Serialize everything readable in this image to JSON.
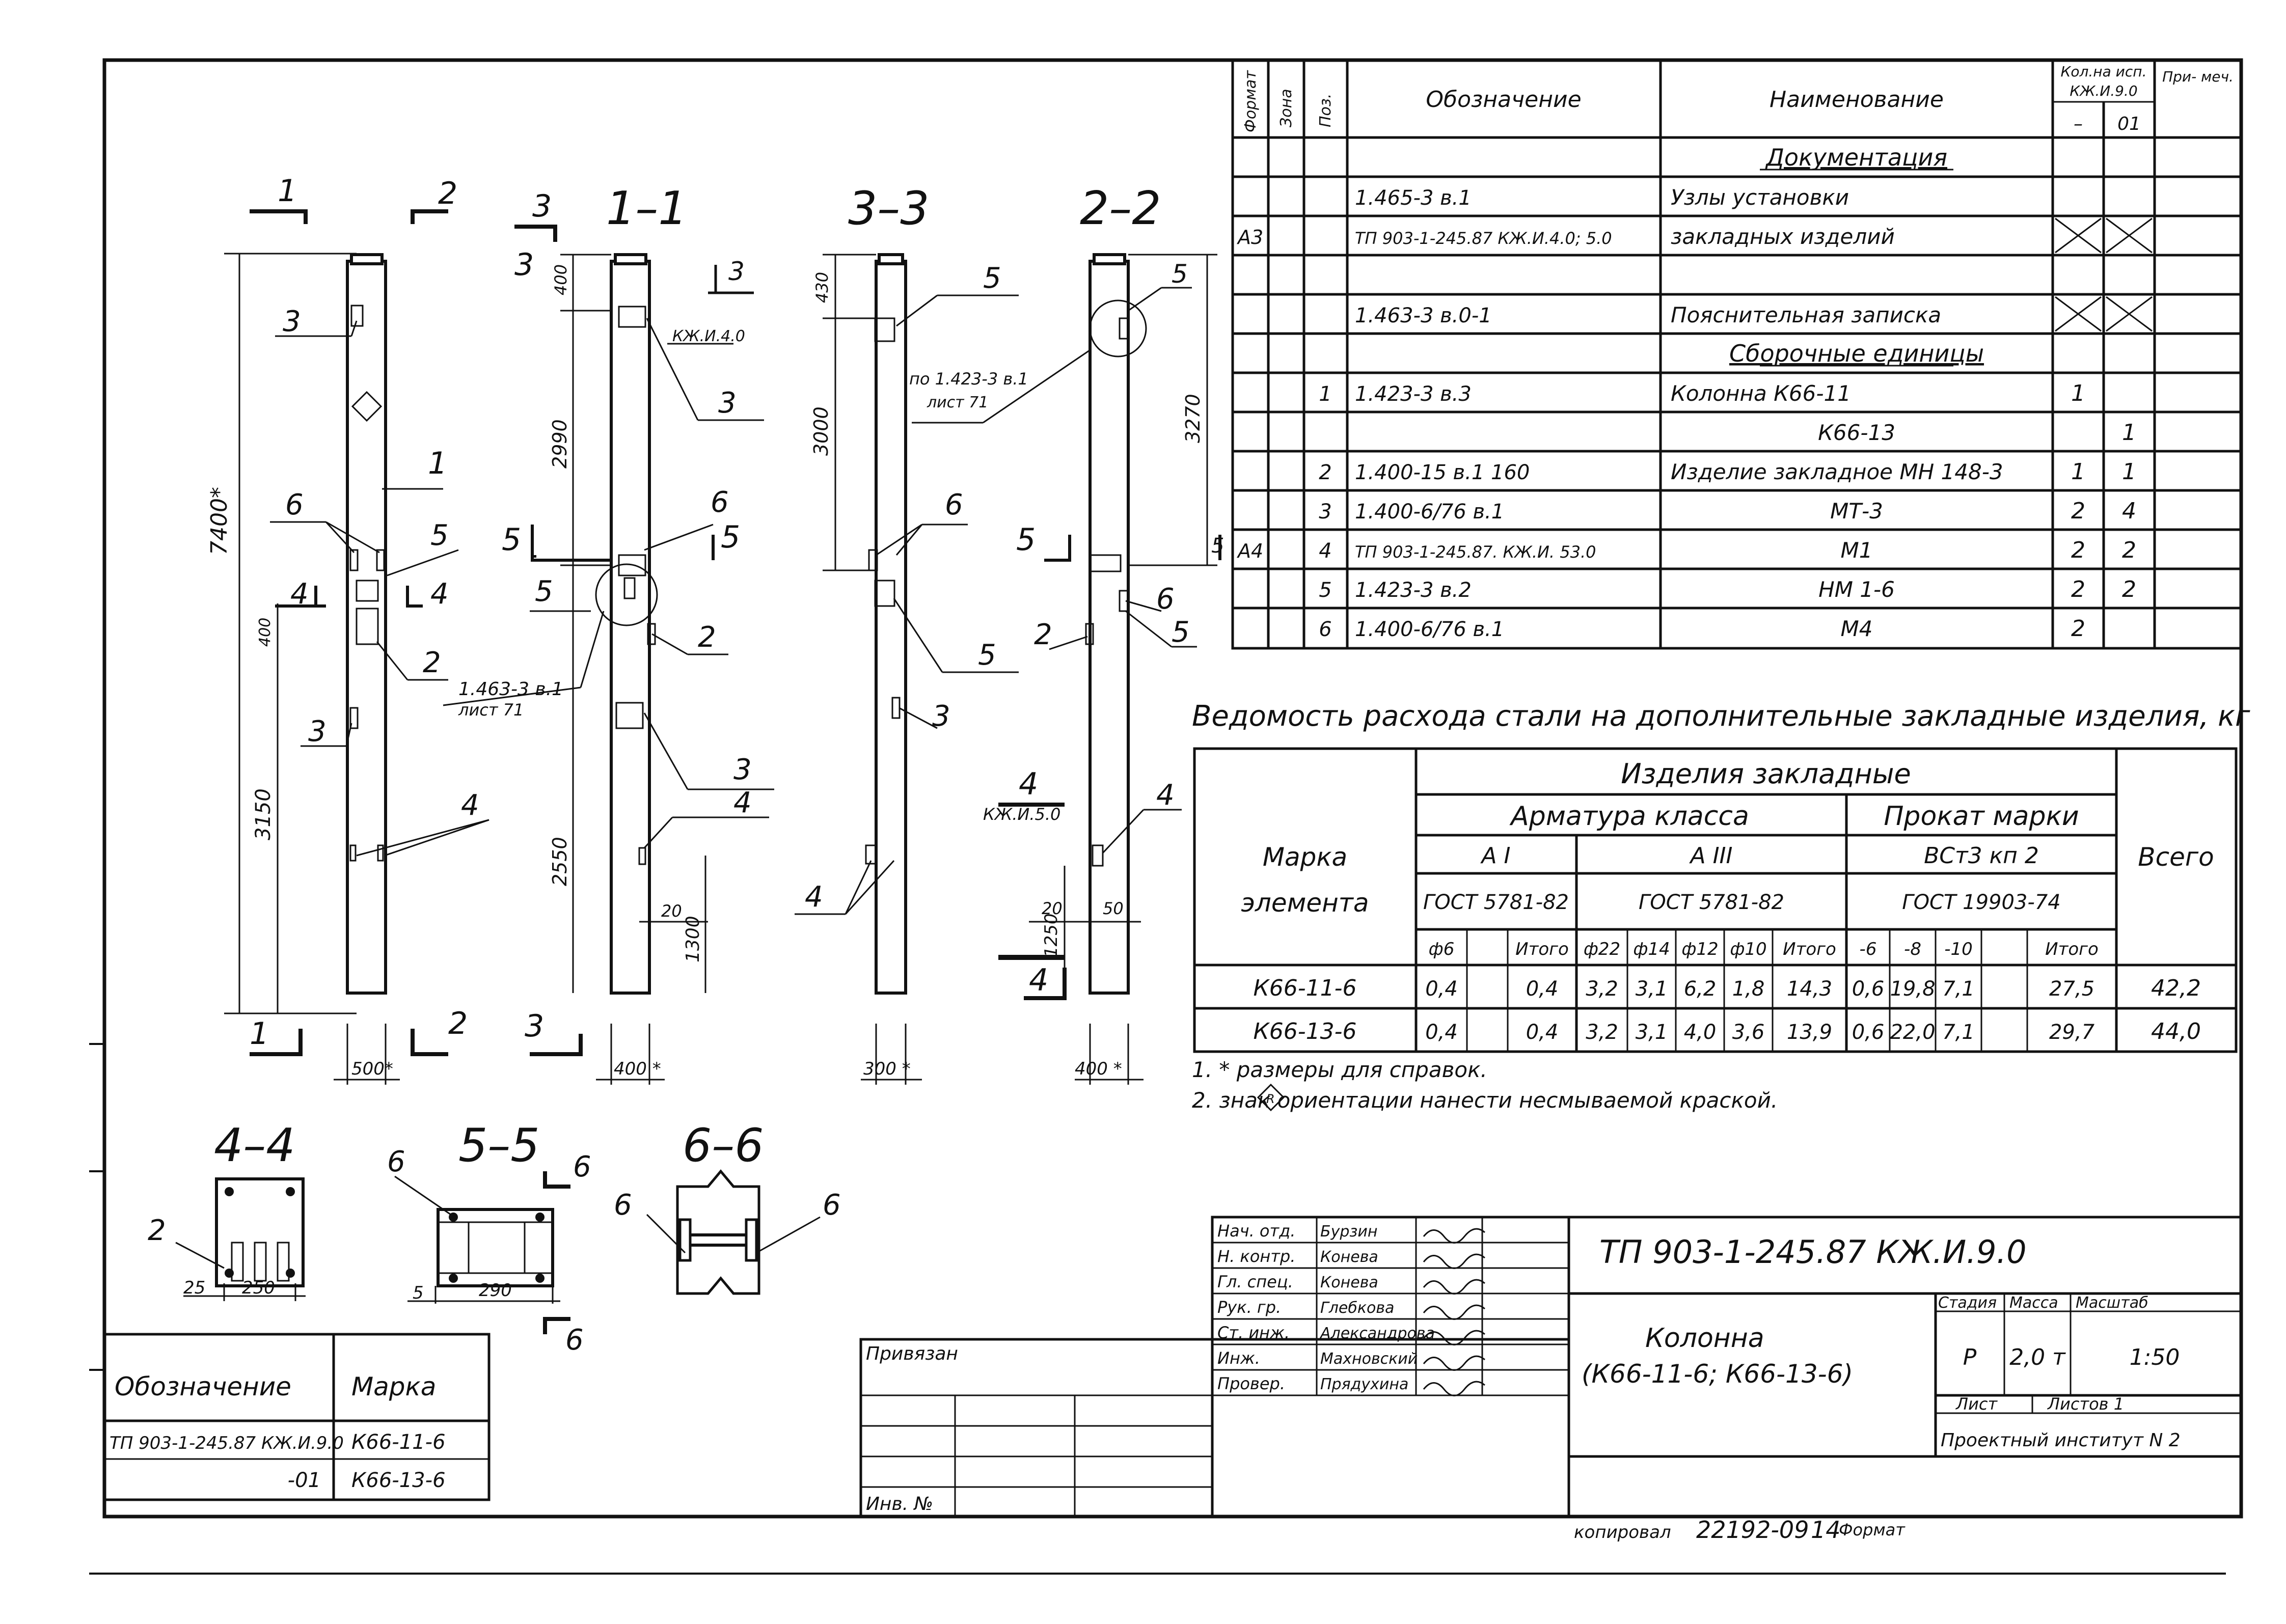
{
  "spec": {
    "header": {
      "format": "Формат",
      "zone": "Зона",
      "pos": "Поз.",
      "designation": "Обозначение",
      "name": "Наименование",
      "qty_title": "Кол.на исп.",
      "qty_doc": "КЖ.И.9.0",
      "qty_col1": "–",
      "qty_col2": "01",
      "note": "При- меч."
    },
    "rows": [
      {
        "format": "",
        "pos": "",
        "designation": "",
        "name": "Документация",
        "q1": "",
        "q2": "",
        "section": true
      },
      {
        "format": "",
        "pos": "",
        "designation": "1.465-3 в.1",
        "name": "Узлы установки",
        "q1": "",
        "q2": ""
      },
      {
        "format": "А3",
        "pos": "",
        "designation": "ТП 903-1-245.87 КЖ.И.4.0; 5.0",
        "name": "закладных изделий",
        "q1": "",
        "q2": "",
        "cross": true
      },
      {
        "format": "",
        "pos": "",
        "designation": "",
        "name": "",
        "q1": "",
        "q2": ""
      },
      {
        "format": "",
        "pos": "",
        "designation": "1.463-3 в.0-1",
        "name": "Пояснительная записка",
        "q1": "",
        "q2": "",
        "cross": true
      },
      {
        "format": "",
        "pos": "",
        "designation": "",
        "name": "Сборочные единицы",
        "q1": "",
        "q2": "",
        "section": true
      },
      {
        "format": "",
        "pos": "1",
        "designation": "1.423-3 в.3",
        "name": "Колонна  К66-11",
        "q1": "1",
        "q2": ""
      },
      {
        "format": "",
        "pos": "",
        "designation": "",
        "name": "К66-13",
        "q1": "",
        "q2": "1"
      },
      {
        "format": "",
        "pos": "2",
        "designation": "1.400-15 в.1   160",
        "name": "Изделие закладное МН 148-3",
        "q1": "1",
        "q2": "1"
      },
      {
        "format": "",
        "pos": "3",
        "designation": "1.400-6/76 в.1",
        "name": "МТ-3",
        "q1": "2",
        "q2": "4"
      },
      {
        "format": "А4",
        "pos": "4",
        "designation": "ТП 903-1-245.87. КЖ.И. 53.0",
        "name": "М1",
        "q1": "2",
        "q2": "2"
      },
      {
        "format": "",
        "pos": "5",
        "designation": "1.423-3 в.2",
        "name": "НМ 1-6",
        "q1": "2",
        "q2": "2"
      },
      {
        "format": "",
        "pos": "6",
        "designation": "1.400-6/76 в.1",
        "name": "М4",
        "q1": "2",
        "q2": ""
      }
    ]
  },
  "steel": {
    "title": "Ведомость расхода стали на дополнительные закладные изделия, кг",
    "mark_label": "Марка элемента",
    "embedded": "Изделия закладные",
    "rebar": "Арматура класса",
    "rolled": "Прокат марки",
    "total": "Всего",
    "a1": "А I",
    "a3": "А III",
    "vst": "ВСт3 кп 2",
    "gost1": "ГОСТ 5781-82",
    "gost2": "ГОСТ 5781-82",
    "gost3": "ГОСТ 19903-74",
    "cols": [
      "ф6",
      "",
      "Итого",
      "ф22",
      "ф14",
      "ф12",
      "ф10",
      "Итого",
      "-6",
      "-8",
      "-10",
      "",
      "Итого"
    ],
    "rows": [
      {
        "mark": "К66-11-6",
        "vals": [
          "0,4",
          "",
          "0,4",
          "3,2",
          "3,1",
          "6,2",
          "1,8",
          "14,3",
          "0,6",
          "19,8",
          "7,1",
          "",
          "27,5"
        ],
        "total": "42,2"
      },
      {
        "mark": "К66-13-6",
        "vals": [
          "0,4",
          "",
          "0,4",
          "3,2",
          "3,1",
          "4,0",
          "3,6",
          "13,9",
          "0,6",
          "22,0",
          "7,1",
          "",
          "29,7"
        ],
        "total": "44,0"
      }
    ]
  },
  "notes": [
    "1. * размеры для справок.",
    "2.      знак ориентации нанести несмываемой краской."
  ],
  "marks_table": {
    "h1": "Обозначение",
    "h2": "Марка",
    "rows": [
      [
        "ТП 903-1-245.87 КЖ.И.9.0",
        "К66-11-6"
      ],
      [
        "-01",
        "К66-13-6"
      ]
    ]
  },
  "privyazan": "Привязан",
  "inv": "Инв. №",
  "title_block": {
    "code": "ТП 903-1-245.87   КЖ.И.9.0",
    "roles": [
      [
        "Нач. отд.",
        "Бурзин"
      ],
      [
        "Н. контр.",
        "Конева"
      ],
      [
        "Гл. спец.",
        "Конева"
      ],
      [
        "Рук. гр.",
        "Глебкова"
      ],
      [
        "Ст. инж.",
        "Александрова"
      ],
      [
        "Инж.",
        "Махновский"
      ],
      [
        "Провер.",
        "Прядухина"
      ]
    ],
    "name1": "Колонна",
    "name2": "(К66-11-6;  К66-13-6)",
    "stage_h": "Стадия",
    "mass_h": "Масса",
    "scale_h": "Масштаб",
    "stage": "Р",
    "mass": "2,0 т",
    "scale": "1:50",
    "sheet": "Лист",
    "sheets": "Листов 1",
    "org": "Проектный институт N 2"
  },
  "footer": {
    "copied": "копировал",
    "num": "22192-09",
    "page": "14",
    "format": "Формат"
  },
  "labels": {
    "s11": "1–1",
    "s33": "3–3",
    "s22": "2–2",
    "s44": "4–4",
    "s55": "5–5",
    "s66": "6–6",
    "d7400": "7400*",
    "d3150": "3150",
    "d400a": "400",
    "d500": "500*",
    "d2990": "2990",
    "d400b": "400",
    "d2550": "2550",
    "d1300": "1300",
    "d20a": "20",
    "d400c": "400 *",
    "d430": "430",
    "d3000": "3000",
    "d300": "300 *",
    "d3270": "3270",
    "d1250": "1250",
    "d20b": "20",
    "d50": "50",
    "d400d": "400 *",
    "d25": "25",
    "d250": "250",
    "d5": "5",
    "d290": "290",
    "ref1": "1.463-3 в.1",
    "ref1b": "лист 71",
    "ref2": "по 1.423-3 в.1",
    "ref2b": "лист 71",
    "kj40": "КЖ.И.4.0",
    "kj50": "КЖ.И.5.0",
    "p1": "1",
    "p2": "2",
    "p3": "3",
    "p4": "4",
    "p5": "5",
    "p6": "6"
  }
}
